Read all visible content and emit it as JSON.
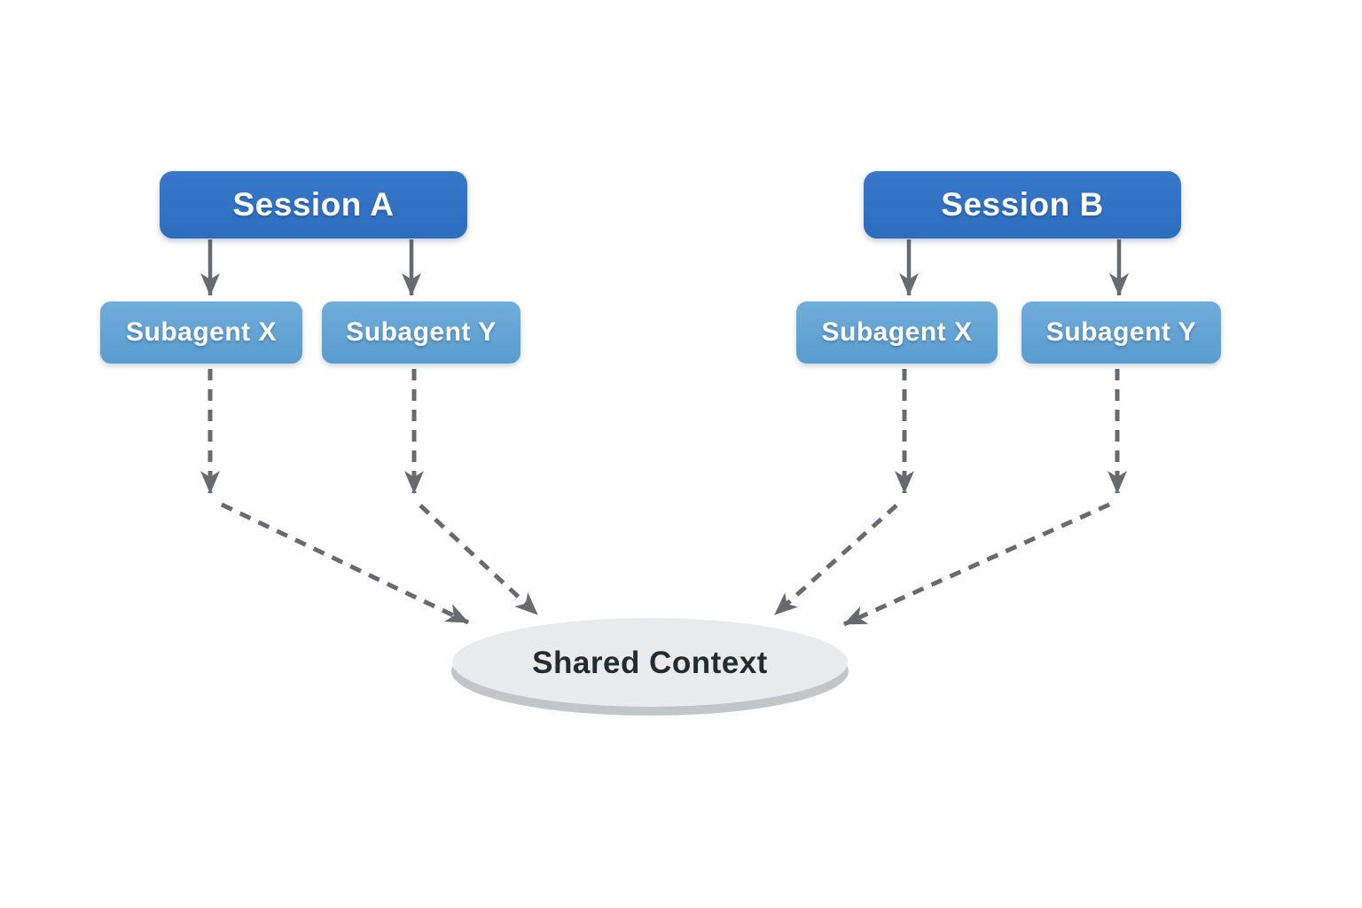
{
  "sessions": [
    {
      "label": "Session A",
      "subagents": [
        {
          "label": "Subagent X"
        },
        {
          "label": "Subagent Y"
        }
      ]
    },
    {
      "label": "Session B",
      "subagents": [
        {
          "label": "Subagent X"
        },
        {
          "label": "Subagent Y"
        }
      ]
    }
  ],
  "shared_context": {
    "label": "Shared Context"
  },
  "edges": [
    {
      "from": "Session A",
      "to": "Subagent X (A)",
      "style": "solid-arrow"
    },
    {
      "from": "Session A",
      "to": "Subagent Y (A)",
      "style": "solid-arrow"
    },
    {
      "from": "Session B",
      "to": "Subagent X (B)",
      "style": "solid-arrow"
    },
    {
      "from": "Session B",
      "to": "Subagent Y (B)",
      "style": "solid-arrow"
    },
    {
      "from": "Subagent X (A)",
      "to": "Shared Context",
      "style": "dashed-arrow"
    },
    {
      "from": "Subagent Y (A)",
      "to": "Shared Context",
      "style": "dashed-arrow"
    },
    {
      "from": "Subagent X (B)",
      "to": "Shared Context",
      "style": "dashed-arrow"
    },
    {
      "from": "Subagent Y (B)",
      "to": "Shared Context",
      "style": "dashed-arrow"
    }
  ],
  "colors": {
    "session-box": "#2d6dc0",
    "session-box-top": "#3878ca",
    "subagent-box": "#5a9cd0",
    "subagent-box-top": "#6fadda",
    "arrow": "#676b6f",
    "ellipse-fill": "#e9ebed",
    "ellipse-rim": "#c2c6cb",
    "shared-text": "#242c33",
    "box-text": "#ffffff",
    "background": "#ffffff"
  }
}
